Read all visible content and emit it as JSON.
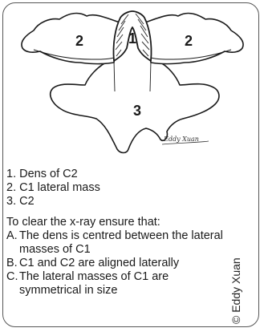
{
  "diagram_labels": {
    "dens": "1",
    "lateral_mass_left": "2",
    "lateral_mass_right": "2",
    "c2": "3",
    "signature": "Eddy Xuan"
  },
  "legend": [
    "1. Dens of C2",
    "2. C1 lateral mass",
    "3. C2"
  ],
  "instructions": {
    "heading": "To clear the x-ray ensure that:",
    "items": [
      {
        "letter": "A.",
        "text": "The dens is centred between the lateral masses of C1"
      },
      {
        "letter": "B.",
        "text": "C1 and C2 are aligned laterally"
      },
      {
        "letter": "C.",
        "text": "The lateral masses of C1 are symmetrical in size"
      }
    ]
  },
  "copyright": "© Eddy Xuan",
  "colors": {
    "border": "#555555",
    "ink": "#1a1a1a"
  }
}
